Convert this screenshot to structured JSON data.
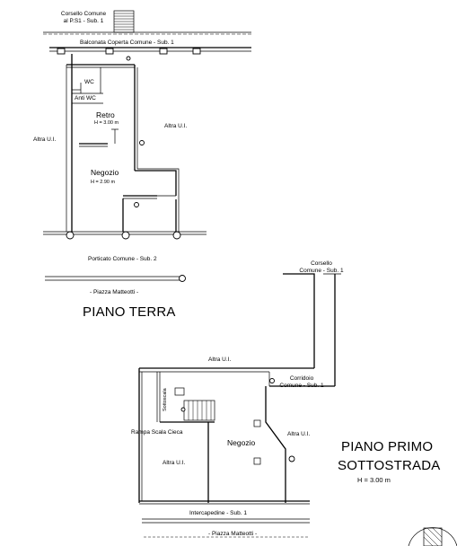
{
  "ground_floor": {
    "title": "PIANO TERRA",
    "corsello_line1": "Corsello Comune",
    "corsello_line2": "al P.S1 - Sub. 1",
    "balconata": "Balconata Coperta Comune - Sub. 1",
    "wc": "WC",
    "anti_wc": "Anti WC",
    "retro": "Retro",
    "retro_height": "H = 3.00 m",
    "negozio": "Negozio",
    "negozio_height": "H = 2.90 m",
    "altra_left": "Altra U.I.",
    "altra_right": "Altra U.I.",
    "porticato": "Porticato Comune - Sub. 2",
    "piazza": "- Piazza Matteotti -"
  },
  "basement": {
    "title_line1": "PIANO PRIMO",
    "title_line2": "SOTTOSTRADA",
    "height": "H = 3.00 m",
    "corsello_line1": "Corsello",
    "corsello_line2": "Comune - Sub. 1",
    "altra_top": "Altra U.I.",
    "corridoio_line1": "Corridoio",
    "corridoio_line2": "Comune - Sub. 1",
    "sottoscala": "Sottoscala",
    "rampa": "Rampa Scala Cieca",
    "negozio": "Negozio",
    "altra_left": "Altra U.I.",
    "altra_right": "Altra U.I.",
    "intercapedine": "Intercapedine - Sub. 1",
    "piazza": "- Piazza Matteotti -"
  }
}
